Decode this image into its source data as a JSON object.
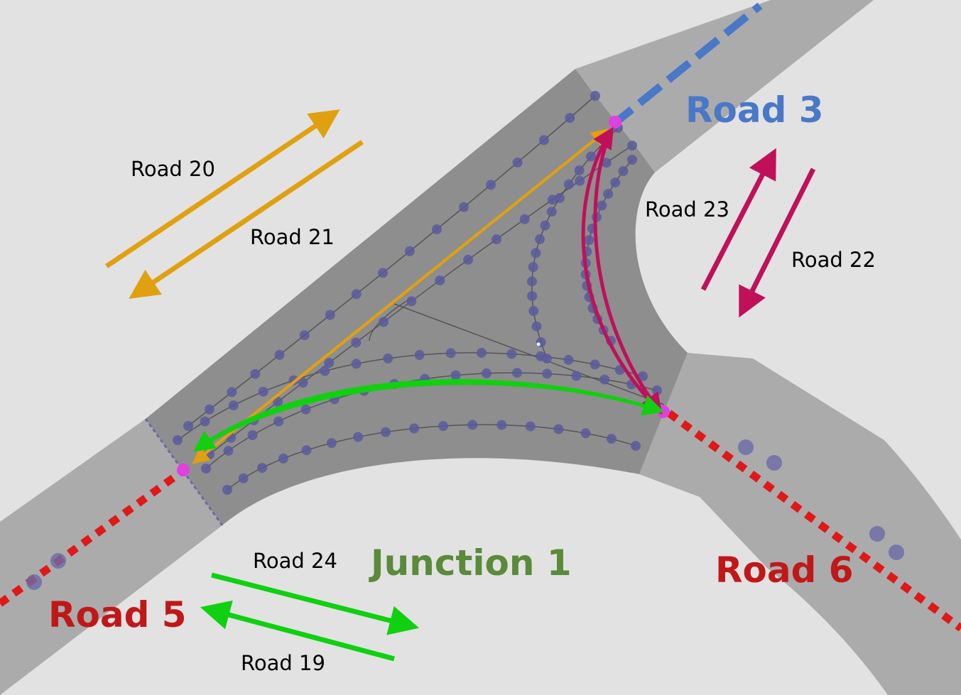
{
  "labels": {
    "road3": "Road 3",
    "road5": "Road 5",
    "road6": "Road 6",
    "junction1": "Junction 1",
    "road19": "Road 19",
    "road20": "Road 20",
    "road21": "Road 21",
    "road22": "Road 22",
    "road23": "Road 23",
    "road24": "Road 24"
  },
  "colors": {
    "road3": "#4a78c8",
    "road5": "#c01818",
    "road6": "#c01818",
    "junction1": "#5a8a3a",
    "orange_arrows": "#e0a010",
    "magenta_arrows": "#c0105a",
    "green_arrows": "#10d010",
    "road_surface": "#ababab",
    "junction_surface": "#8e8e8e",
    "background": "#e2e2e2",
    "lane_dots": "#5a5a9e"
  }
}
